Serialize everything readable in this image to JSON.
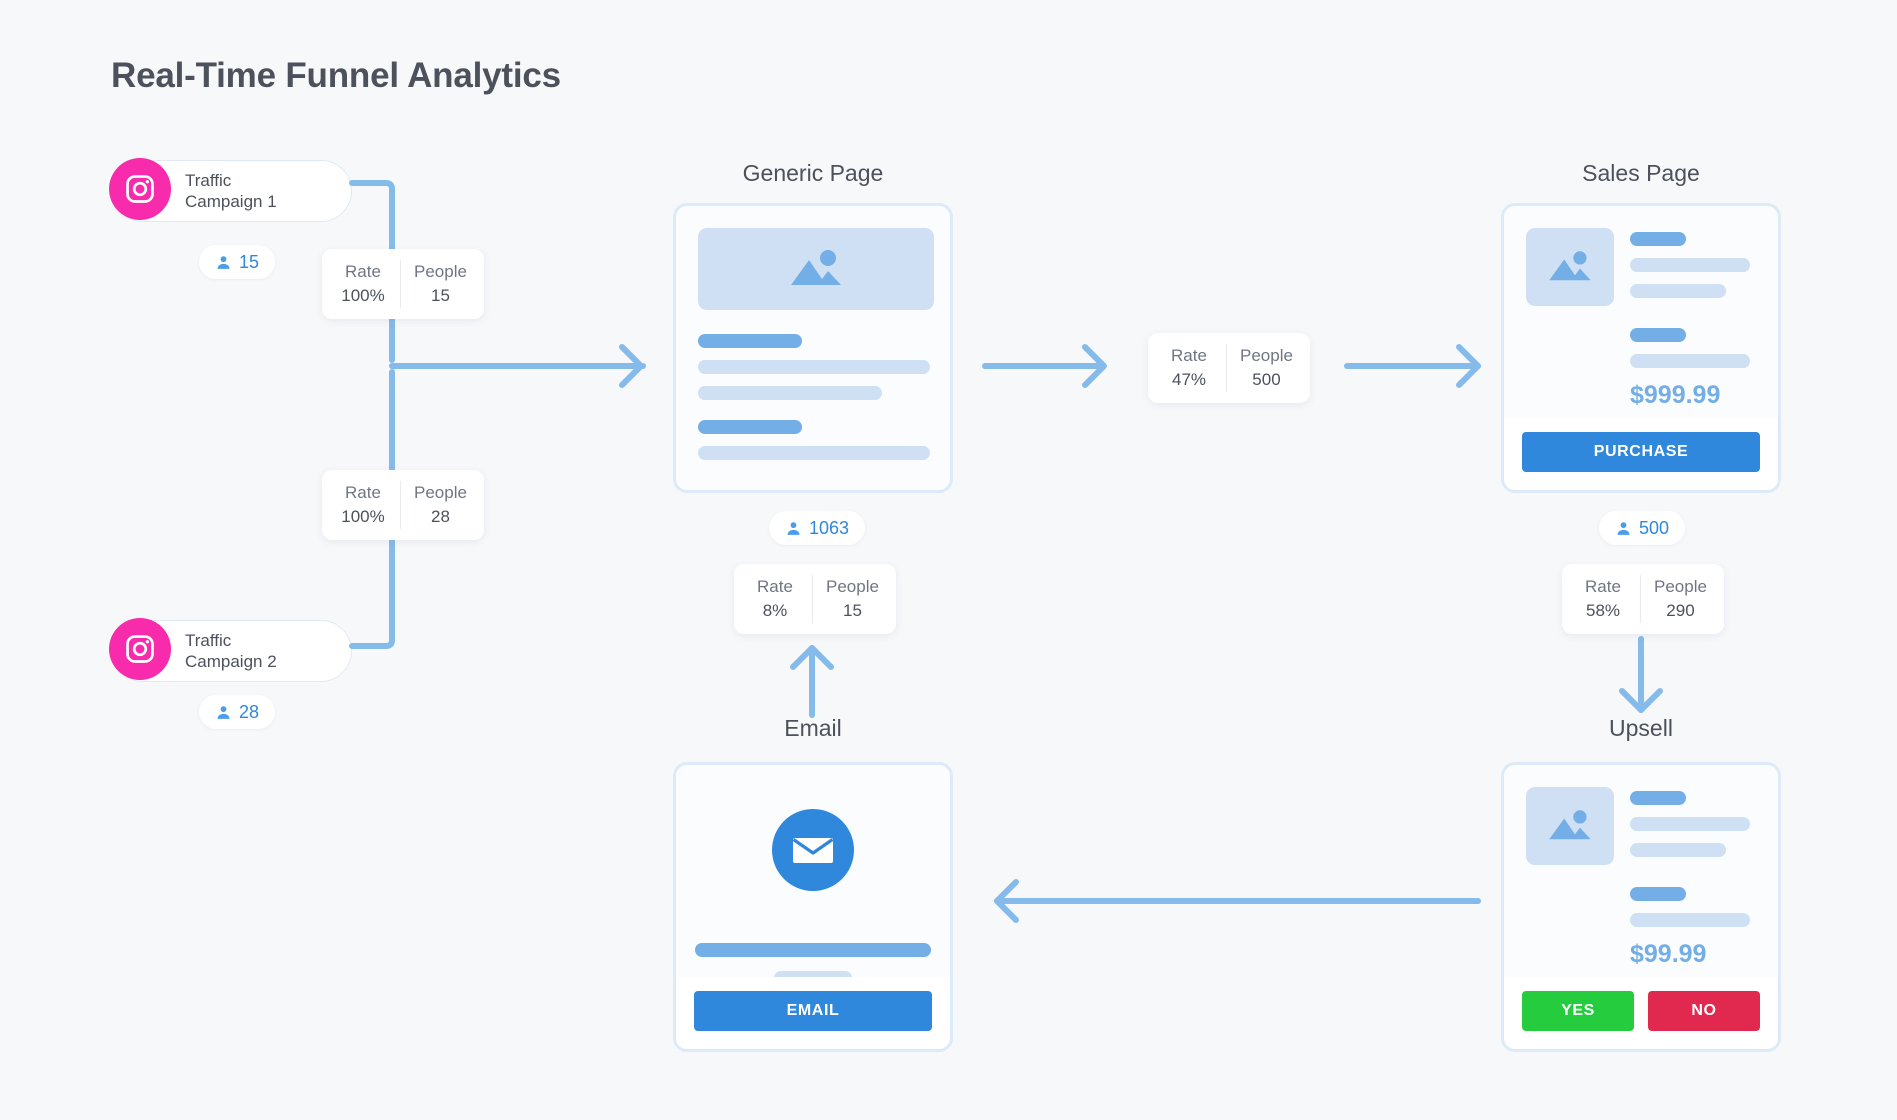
{
  "page": {
    "title": "Real-Time Funnel Analytics",
    "background": "#f7f8fa",
    "accent_blue": "#2f88db",
    "light_blue": "#85bbea",
    "instagram_pink": "#f72bab",
    "green": "#25cc3e",
    "red": "#e1294f"
  },
  "sources": [
    {
      "name": "traffic-campaign-1",
      "icon": "instagram-icon",
      "label": "Traffic\nCampaign 1",
      "people_badge": "15",
      "stat": {
        "rate_head": "Rate",
        "rate_value": "100%",
        "people_head": "People",
        "people_value": "15"
      }
    },
    {
      "name": "traffic-campaign-2",
      "icon": "instagram-icon",
      "label": "Traffic\nCampaign 2",
      "people_badge": "28",
      "stat": {
        "rate_head": "Rate",
        "rate_value": "100%",
        "people_head": "People",
        "people_value": "28"
      }
    }
  ],
  "nodes": {
    "generic_page": {
      "title": "Generic Page",
      "people_badge": "1063",
      "type": "wireframe-page"
    },
    "sales_page": {
      "title": "Sales Page",
      "price": "$999.99",
      "button": "PURCHASE",
      "people_badge": "500"
    },
    "upsell": {
      "title": "Upsell",
      "price": "$99.99",
      "yes_button": "YES",
      "no_button": "NO"
    },
    "email": {
      "title": "Email",
      "icon": "envelope-icon",
      "button": "EMAIL"
    }
  },
  "transitions": {
    "generic_to_sales": {
      "rate_head": "Rate",
      "rate_value": "47%",
      "people_head": "People",
      "people_value": "500"
    },
    "sales_to_upsell": {
      "rate_head": "Rate",
      "rate_value": "58%",
      "people_head": "People",
      "people_value": "290"
    },
    "upsell_to_email": {
      "rate_head": "Rate",
      "rate_value": "8%",
      "people_head": "People",
      "people_value": "15"
    }
  },
  "chart_data": {
    "type": "diagram",
    "title": "Real-Time Funnel Analytics",
    "stages": [
      {
        "name": "Traffic Campaign 1",
        "people": 15,
        "rate": "100%"
      },
      {
        "name": "Traffic Campaign 2",
        "people": 28,
        "rate": "100%"
      },
      {
        "name": "Generic Page",
        "people": 1063,
        "rate": null
      },
      {
        "name": "Sales Page",
        "people": 500,
        "rate": "47%"
      },
      {
        "name": "Upsell",
        "people": 290,
        "rate": "58%"
      },
      {
        "name": "Email",
        "people": 15,
        "rate": "8%"
      }
    ],
    "edges": [
      {
        "from": "Traffic Campaign 1",
        "to": "Generic Page",
        "rate": "100%",
        "people": 15
      },
      {
        "from": "Traffic Campaign 2",
        "to": "Generic Page",
        "rate": "100%",
        "people": 28
      },
      {
        "from": "Generic Page",
        "to": "Sales Page",
        "rate": "47%",
        "people": 500
      },
      {
        "from": "Sales Page",
        "to": "Upsell",
        "rate": "58%",
        "people": 290
      },
      {
        "from": "Upsell",
        "to": "Email",
        "rate": "8%",
        "people": 15
      }
    ]
  }
}
